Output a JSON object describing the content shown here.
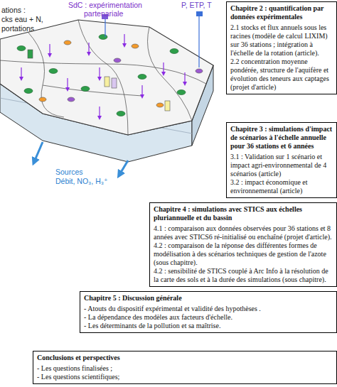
{
  "diagram": {
    "nodes": [
      {
        "text": [
          "Chapitre 2 : quantification par données expérimentales",
          "2.1 stocks et flux annuels sous les racines (modèle de calcul LIXIM) sur 36 stations ; intégration à l'échelle de la rotation (article).",
          "2.2 concentration moyenne pondérée, structure de l'aquifère et évolution des teneurs aux captages (projet d'article)"
        ]
      },
      {
        "text": [
          "Chapitre 3 : simulations d'impact de scénarios à l'échelle annuelle pour 36 stations et 6 années",
          "3.1 : Validation sur 1 scénario et impact agri-environnemental de 4 scénarios (article)",
          "3.2 : impact économique et environnemental (article)"
        ]
      },
      {
        "text": [
          "Chapitre 4 : simulations avec STICS aux échelles pluriannuelle et du bassin",
          "4.1 : comparaison aux données observées pour 36 stations et 8 années avec STICS6 ré-initialisé ou enchaîné (projet d'article).",
          "4.2 : comparaison de la réponse des différentes formes de modélisation à des scénarios techniques de gestion de l'azote (sous chapitre).",
          "4.2 : sensibilité de STICS couplé à Arc Info à la résolution de la carte des sols et à la durée des simulations (sous chapitre)."
        ]
      },
      {
        "text": [
          "Chapitre 5 : Discussion générale",
          "- Atouts du dispositif expérimental et validité des hypothèses .",
          "- La dépendance des modèles aux facteurs d'échelle.",
          "- Les déterminants de la pollution et sa maîtrise."
        ]
      },
      {
        "text": [
          "Conclusions et perspectives",
          "- Les questions finalisées ;",
          "- Les questions scientifiques;"
        ]
      }
    ],
    "labels": [
      "ations :",
      "cks eau + N,",
      "portations",
      "SdC : expérimentation",
      "partenariale",
      "P, ETP, T",
      "Sources",
      "Débit, NO₃, H₃⁺"
    ]
  }
}
